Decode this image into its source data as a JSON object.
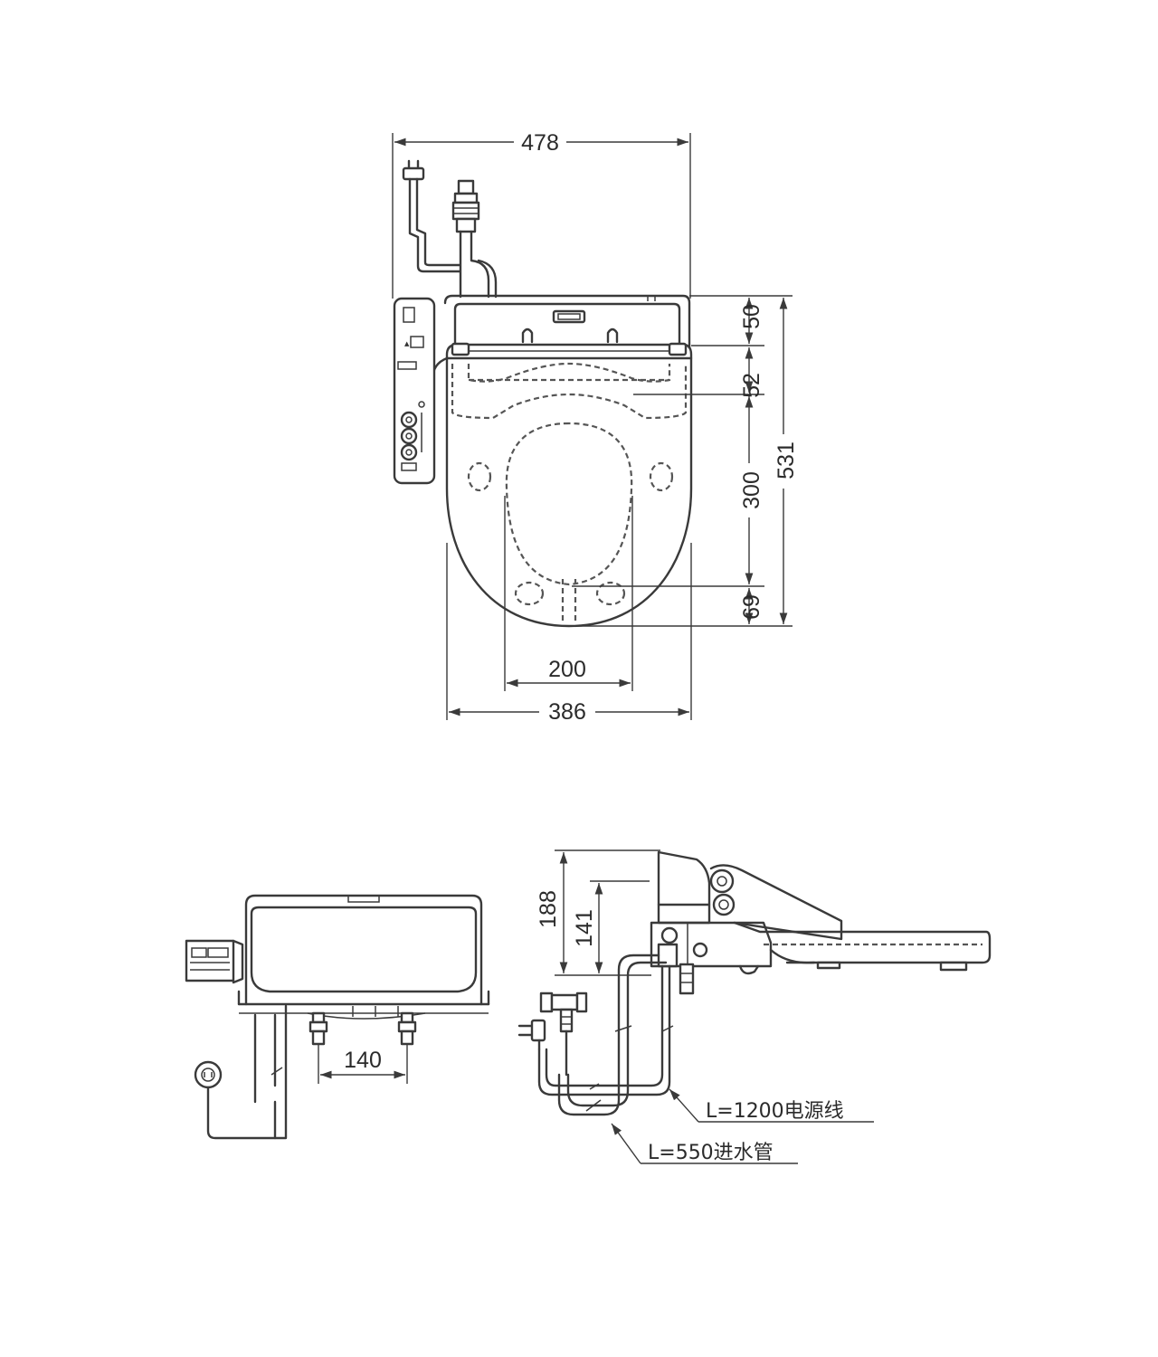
{
  "dimensions": {
    "top_width": "478",
    "height_50": "50",
    "height_52": "52",
    "height_300": "300",
    "height_531": "531",
    "height_69": "69",
    "width_200": "200",
    "width_386": "386",
    "spacing_140": "140",
    "height_188": "188",
    "height_141": "141"
  },
  "callouts": {
    "power_cord": "L=1200电源线",
    "water_pipe": "L=550进水管"
  },
  "colors": {
    "line": "#3a3a3a",
    "background": "#ffffff"
  },
  "icons": [
    "power-plug-icon",
    "water-valve-icon",
    "control-button-icon"
  ]
}
